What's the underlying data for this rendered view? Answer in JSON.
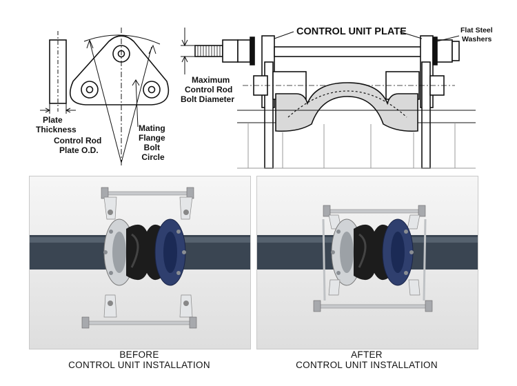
{
  "diagram": {
    "labels": {
      "plate_thickness": [
        "Plate",
        "Thickness"
      ],
      "control_rod_plate_od": [
        "Control Rod",
        "Plate O.D."
      ],
      "mating_flange_bolt_circle": [
        "Mating",
        "Flange",
        "Bolt",
        "Circle"
      ],
      "control_unit_plate": "CONTROL UNIT PLATE",
      "flat_steel_washers": [
        "Flat Steel",
        "Washers"
      ],
      "max_control_rod_bolt_diameter": [
        "Maximum",
        "Control Rod",
        "Bolt Diameter"
      ]
    }
  },
  "captions": {
    "before": [
      "BEFORE",
      "CONTROL UNIT INSTALLATION"
    ],
    "after": [
      "AFTER",
      "CONTROL UNIT INSTALLATION"
    ]
  },
  "colors": {
    "pipe": "#3a4552",
    "rubber": "#1c1c1c",
    "steel": "#cfd3d6",
    "flange_blue": "#2f3f6e"
  }
}
